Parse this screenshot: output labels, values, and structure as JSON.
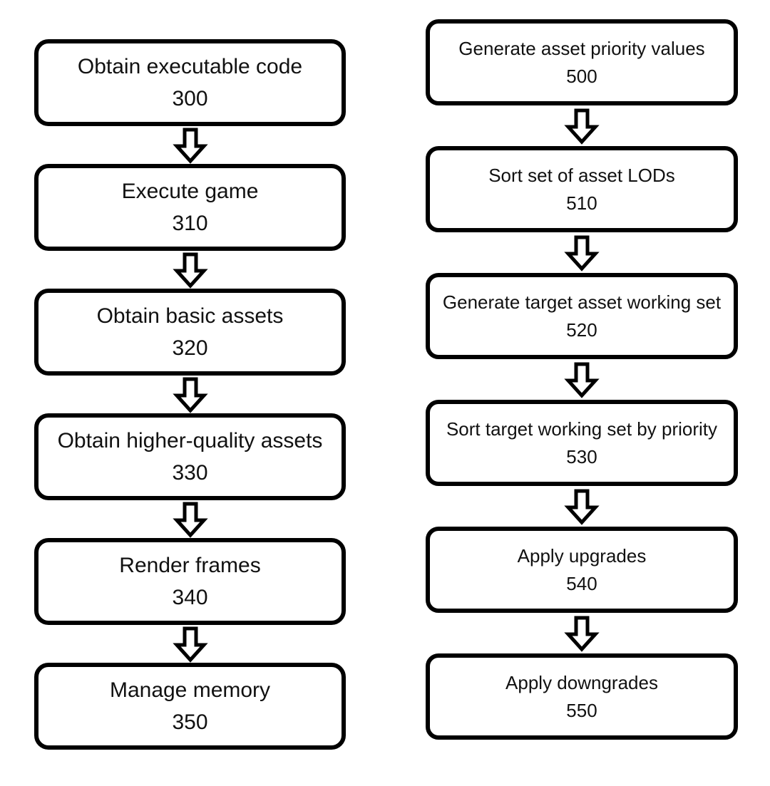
{
  "diagram": {
    "type": "flowchart",
    "orientation": "vertical",
    "columns": 2,
    "connector_icon": "down-block-arrow-icon",
    "colors": {
      "box_border": "#000000",
      "box_fill": "#ffffff",
      "text": "#111111",
      "background": "#ffffff"
    },
    "left_column": {
      "name": "game-execution-flow",
      "steps": [
        {
          "label": "Obtain executable code",
          "number": "300"
        },
        {
          "label": "Execute game",
          "number": "310"
        },
        {
          "label": "Obtain basic assets",
          "number": "320"
        },
        {
          "label": "Obtain higher-quality assets",
          "number": "330"
        },
        {
          "label": "Render frames",
          "number": "340"
        },
        {
          "label": "Manage memory",
          "number": "350"
        }
      ]
    },
    "right_column": {
      "name": "asset-priority-flow",
      "steps": [
        {
          "label": "Generate asset priority values",
          "number": "500"
        },
        {
          "label": "Sort set of asset LODs",
          "number": "510"
        },
        {
          "label": "Generate target asset working set",
          "number": "520"
        },
        {
          "label": "Sort target working set by priority",
          "number": "530"
        },
        {
          "label": "Apply upgrades",
          "number": "540"
        },
        {
          "label": "Apply downgrades",
          "number": "550"
        }
      ]
    }
  }
}
